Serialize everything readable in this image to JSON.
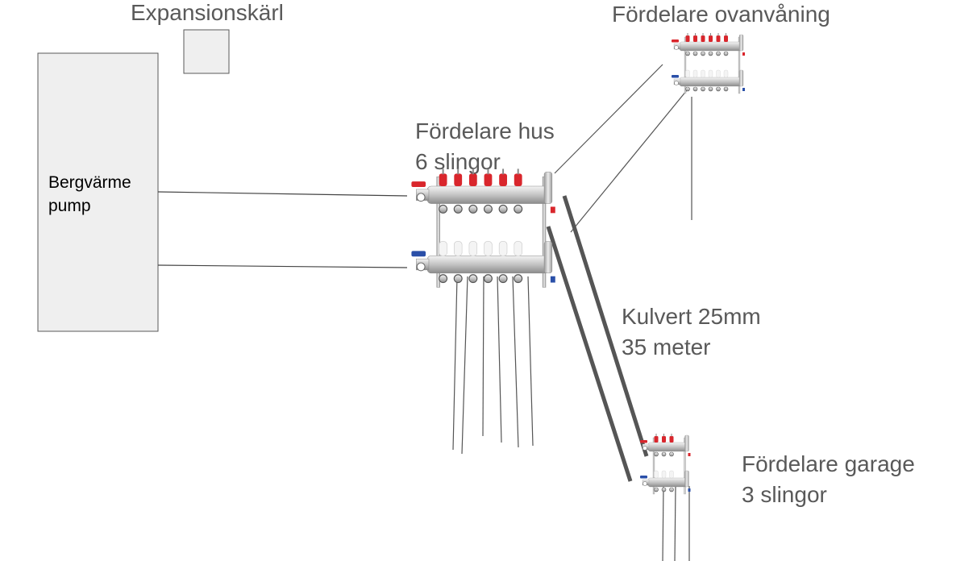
{
  "labels": {
    "expansion": "Expansionskärl",
    "upper_manifold": "Fördelare ovanvåning",
    "house_manifold_line1": "Fördelare hus",
    "house_manifold_line2": "6 slingor",
    "pump_line1": "Bergvärme",
    "pump_line2": "pump",
    "culvert_line1": "Kulvert 25mm",
    "culvert_line2": "35 meter",
    "garage_manifold_line1": "Fördelare garage",
    "garage_manifold_line2": "3 slingor"
  },
  "colors": {
    "label": "#595959",
    "box_fill": "#efefef",
    "box_stroke": "#595959",
    "pipe": "#444444",
    "culvert": "#555555",
    "supply_valve": "#d9262c",
    "return_valve": "#2a4fa8",
    "manifold_body": "#c9c9c9"
  },
  "manifolds": {
    "house": {
      "outlets": 6
    },
    "upper": {
      "outlets": 6
    },
    "garage": {
      "outlets": 3
    }
  }
}
